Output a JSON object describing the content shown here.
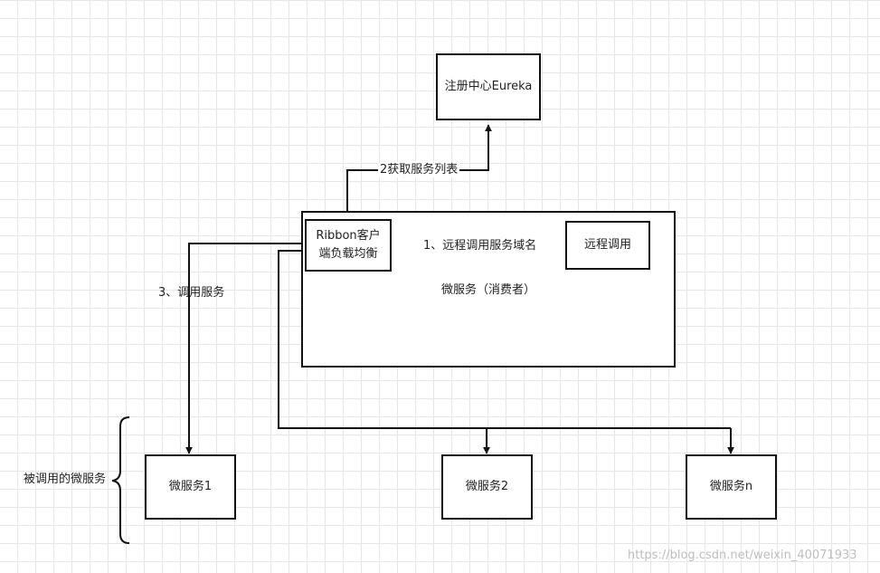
{
  "nodes": {
    "registry": "注册中心Eureka",
    "ribbon": "Ribbon客户端负载均衡",
    "remote_call": "远程调用",
    "consumer_container": "微服务（消费者）",
    "service_1": "微服务1",
    "service_2": "微服务2",
    "service_n": "微服务n"
  },
  "edges": {
    "step1": "1、远程调用服务域名",
    "step2": "2获取服务列表",
    "step3": "3、调用服务"
  },
  "brace_label": "被调用的微服务",
  "watermark": "https://blog.csdn.net/weixin_40071933"
}
